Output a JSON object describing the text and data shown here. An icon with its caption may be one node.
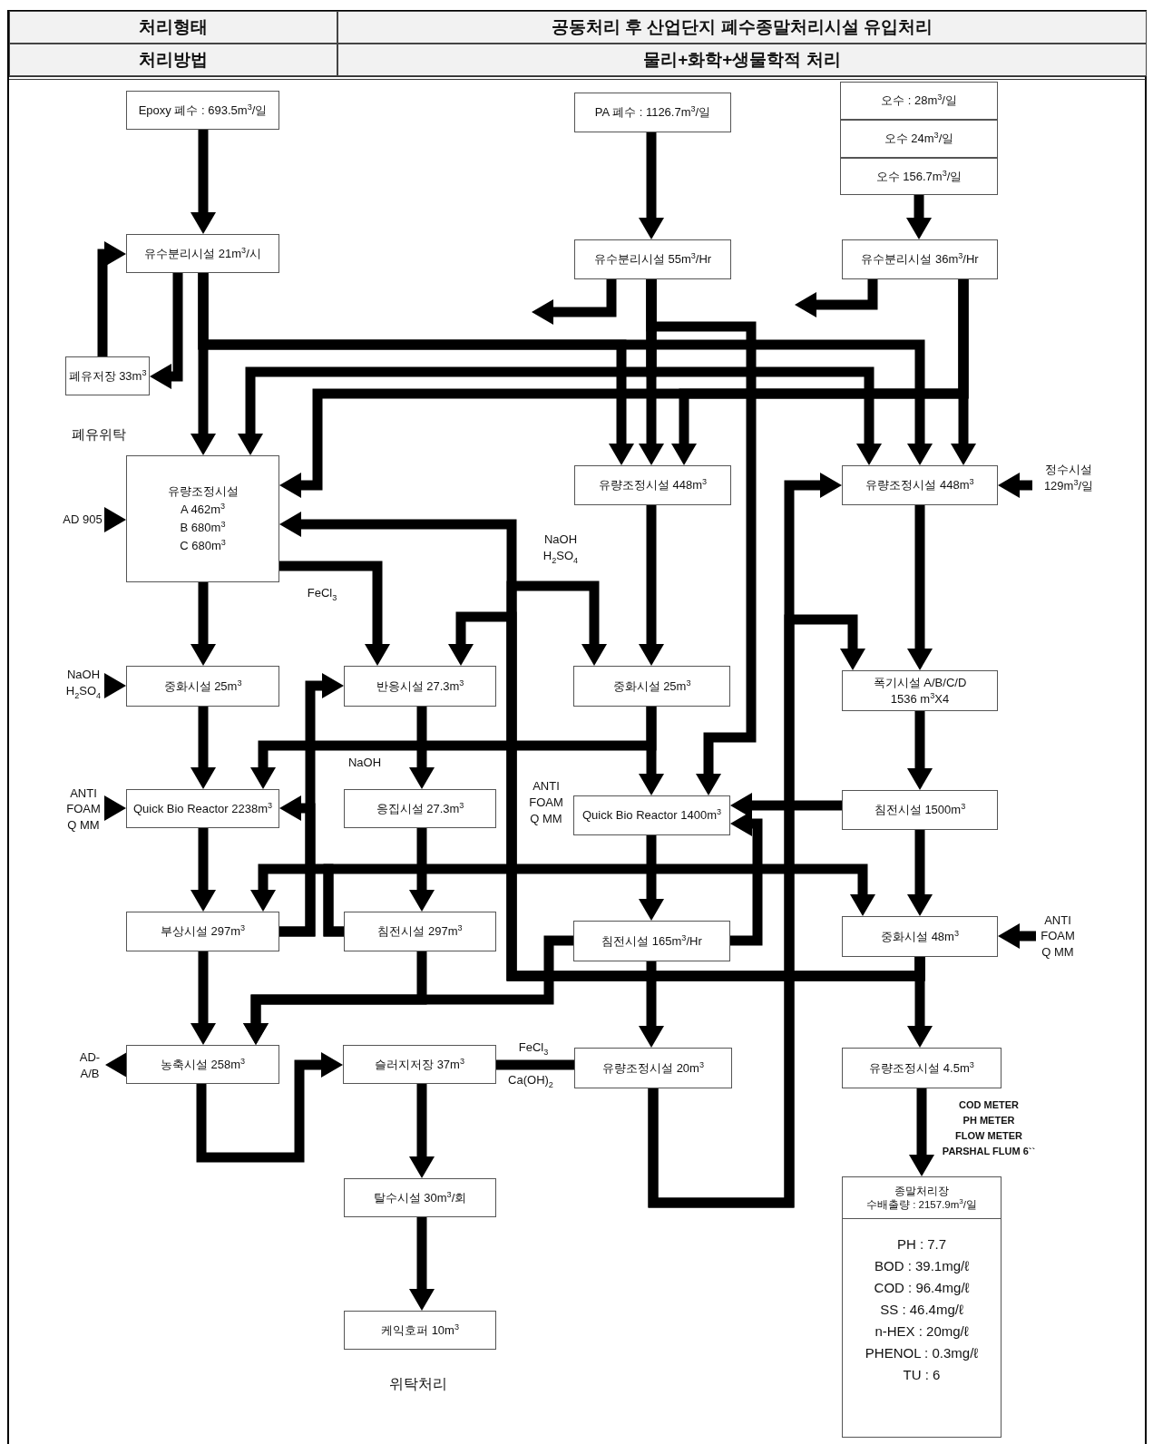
{
  "diagram": {
    "nodes": [
      {
        "text": [
          "Epoxy 폐수 : 693.5m$^{3}$/일"
        ]
      },
      {
        "text": [
          "PA 폐수 : 1126.7m$^{3}$/일"
        ]
      },
      {
        "text": [
          "오수 : 28m$^{3}$/일"
        ]
      },
      {
        "text": [
          "오수 24m$^{3}$/일"
        ]
      },
      {
        "text": [
          "오수 156.7m$^{3}$/일"
        ]
      },
      {
        "text": [
          "유수분리시설 21m$^{3}$/시"
        ]
      },
      {
        "text": [
          "유수분리시설 55m$^{3}$/Hr"
        ]
      },
      {
        "text": [
          "유수분리시설 36m$^{3}$/Hr"
        ]
      },
      {
        "text": [
          "폐유저장 33m$^{3}$"
        ]
      },
      {
        "text": [
          "AD 905"
        ]
      },
      {
        "text": [
          "유량조정시설",
          "A 462m$^{3}$",
          "B 680m$^{3}$",
          "C 680m$^{3}$"
        ]
      },
      {
        "text": [
          "유량조정시설 448m$^{3}$"
        ]
      },
      {
        "text": [
          "유량조정시설 448m$^{3}$"
        ]
      },
      {
        "text": [
          "정수시설 129m$^{3}$/일"
        ]
      },
      {
        "text": [
          "NaOH H$_{2}$SO$_{4}$"
        ]
      },
      {
        "text": [
          "중화시설 25m$^{3}$"
        ]
      },
      {
        "text": [
          "반응시설 27.3m$^{3}$"
        ]
      },
      {
        "text": [
          "중화시설 25m$^{3}$"
        ]
      },
      {
        "text": [
          "폭기시설 A/B/C/D",
          "1536 m$^{3}$X4"
        ]
      },
      {
        "text": [
          "ANTI FOAM Q MM"
        ]
      },
      {
        "text": [
          "Quick Bio Reactor 2238m$^{3}$"
        ]
      },
      {
        "text": [
          "응집시설 27.3m$^{3}$"
        ]
      },
      {
        "text": [
          "Quick Bio Reactor 1400m$^{3}$"
        ]
      },
      {
        "text": [
          "침전시설 1500m$^{3}$"
        ]
      },
      {
        "text": [
          "부상시설 297m$^{3}$"
        ]
      },
      {
        "text": [
          "침전시설 297m$^{3}$"
        ]
      },
      {
        "text": [
          "침전시설 165m$^{3}$/Hr"
        ]
      },
      {
        "text": [
          "중화시설 48m$^{3}$"
        ]
      },
      {
        "text": [
          "ANTI FOAM Q MM"
        ]
      },
      {
        "text": [
          "AD- A/B"
        ]
      },
      {
        "text": [
          "농축시설 258m$^{3}$"
        ]
      },
      {
        "text": [
          "슬러지저장 37m$^{3}$"
        ]
      },
      {
        "text": [
          "유량조정시설 20m$^{3}$"
        ]
      },
      {
        "text": [
          "유량조정시설 4.5m$^{3}$"
        ]
      },
      {
        "text": [
          "탈수시설 30m$^{3}$/회"
        ]
      },
      {
        "text": [
          "종말처리장",
          "수배출량 : 2157.9m$^{3}$/일",
          "PH : 7.7",
          "BOD : 39.1mg/ℓ",
          "COD : 96.4mg/ℓ",
          "SS : 46.4mg/ℓ",
          "n-HEX : 20mg/ℓ",
          "PHENOL : 0.3mg/ℓ",
          "TU : 6"
        ]
      },
      {
        "text": [
          "케익호퍼 10m$^{3}$"
        ]
      }
    ],
    "edges": [
      {
        "from": 0,
        "to": 5,
        "arrow": "to"
      },
      {
        "from": 1,
        "to": 6,
        "arrow": "to"
      },
      {
        "from": 4,
        "to": 7,
        "arrow": "to"
      },
      {
        "from": 5,
        "to": 8,
        "arrow": "to"
      },
      {
        "from": 8,
        "to": 5,
        "arrow": "to"
      },
      {
        "from": 5,
        "to": 10,
        "arrow": "to"
      },
      {
        "from": 5,
        "to": 11,
        "arrow": "to"
      },
      {
        "from": 5,
        "to": 12,
        "arrow": "to"
      },
      {
        "from": 6,
        "to": 11,
        "arrow": "to"
      },
      {
        "from": 6,
        "to": 10,
        "arrow": "to"
      },
      {
        "from": 6,
        "to": 12,
        "arrow": "to"
      },
      {
        "from": 6,
        "to": null,
        "arrow": "to"
      },
      {
        "from": 6,
        "to": 22,
        "arrow": "to"
      },
      {
        "from": 7,
        "to": 12,
        "arrow": "to"
      },
      {
        "from": 7,
        "to": 10,
        "arrow": "to"
      },
      {
        "from": 7,
        "to": 11,
        "arrow": "to"
      },
      {
        "from": 7,
        "to": null,
        "arrow": "to"
      },
      {
        "from": 9,
        "to": 10,
        "arrow": "to"
      },
      {
        "from": 13,
        "to": 12,
        "arrow": "to"
      },
      {
        "from": 10,
        "to": 15,
        "arrow": "to"
      },
      {
        "from": 10,
        "to": 16,
        "arrow": "to"
      },
      {
        "from": 27,
        "to": 10,
        "arrow": "to"
      },
      {
        "from": 27,
        "to": 17,
        "arrow": "to"
      },
      {
        "from": 27,
        "to": 16,
        "arrow": "to"
      },
      {
        "from": 14,
        "to": 15,
        "arrow": "to"
      },
      {
        "from": 11,
        "to": 17,
        "arrow": "to"
      },
      {
        "from": 12,
        "to": 18,
        "arrow": "to"
      },
      {
        "from": 32,
        "to": 12,
        "arrow": "to"
      },
      {
        "from": 32,
        "to": 18,
        "arrow": "to"
      },
      {
        "from": 15,
        "to": 20,
        "arrow": "to"
      },
      {
        "from": 17,
        "to": 20,
        "arrow": "to"
      },
      {
        "from": 17,
        "to": 22,
        "arrow": "to"
      },
      {
        "from": 19,
        "to": 20,
        "arrow": "to"
      },
      {
        "from": 24,
        "to": 20,
        "arrow": "to"
      },
      {
        "from": 24,
        "to": 16,
        "arrow": "to"
      },
      {
        "from": 16,
        "to": 21,
        "arrow": "to"
      },
      {
        "from": 21,
        "to": 25,
        "arrow": "to"
      },
      {
        "from": 20,
        "to": 24,
        "arrow": "to"
      },
      {
        "from": 18,
        "to": 23,
        "arrow": "to"
      },
      {
        "from": 23,
        "to": 22,
        "arrow": "to"
      },
      {
        "from": 23,
        "to": 27,
        "arrow": "to"
      },
      {
        "from": 22,
        "to": 26,
        "arrow": "to"
      },
      {
        "from": 26,
        "to": 22,
        "arrow": "to"
      },
      {
        "from": 25,
        "to": 24,
        "arrow": "to"
      },
      {
        "from": 25,
        "to": 27,
        "arrow": "to"
      },
      {
        "from": 28,
        "to": 27,
        "arrow": "to"
      },
      {
        "from": 24,
        "to": 30,
        "arrow": "to"
      },
      {
        "from": 25,
        "to": 30,
        "arrow": "to"
      },
      {
        "from": 26,
        "to": 30,
        "arrow": "to"
      },
      {
        "from": 30,
        "to": 29,
        "arrow": "to"
      },
      {
        "from": 30,
        "to": 31,
        "arrow": "to"
      },
      {
        "from": 31,
        "to": 32,
        "arrow": "none"
      },
      {
        "from": 26,
        "to": 32,
        "arrow": "to"
      },
      {
        "from": 27,
        "to": 33,
        "arrow": "to"
      },
      {
        "from": 31,
        "to": 34,
        "arrow": "to"
      },
      {
        "from": 34,
        "to": 36,
        "arrow": "to"
      },
      {
        "from": 33,
        "to": 35,
        "arrow": "to"
      }
    ],
    "labels": [
      "처리형태",
      "공동처리 후 산업단지 폐수종말처리시설 유입처리",
      "처리방법",
      "물리+화학+생물학적 처리",
      "폐유위탁",
      "NaOH H$_{2}$SO$_{4}$",
      "FeCl$_{3}$",
      "NaOH",
      "ANTI FOAM Q MM",
      "FeCl$_{3}$",
      "Ca(OH)$_{2}$",
      "COD METER",
      "PH METER",
      "FLOW METER",
      "PARSHAL FLUM 6``",
      "위탁처리"
    ]
  }
}
